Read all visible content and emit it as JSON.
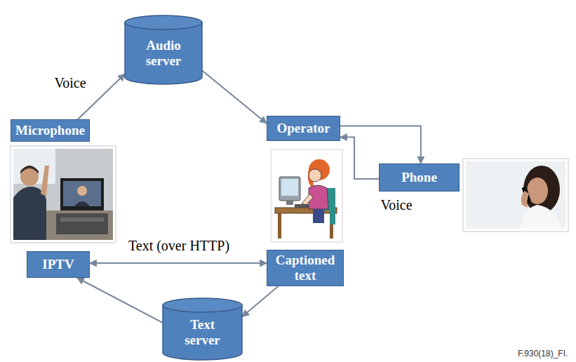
{
  "diagram": {
    "nodes": [
      {
        "text": [
          "Audio server"
        ]
      },
      {
        "text": [
          "Microphone"
        ]
      },
      {
        "text": [
          "Operator"
        ]
      },
      {
        "text": [
          "Phone"
        ]
      },
      {
        "text": [
          "IPTV"
        ]
      },
      {
        "text": [
          "Captioned text"
        ]
      },
      {
        "text": [
          "Text server"
        ]
      }
    ],
    "edges": [
      {
        "from": 1,
        "to": 0,
        "label": "Voice",
        "arrow": "to"
      },
      {
        "from": 0,
        "to": 2,
        "arrow": "to"
      },
      {
        "from": 4,
        "to": 5,
        "label": "Text (over HTTP)",
        "arrow": "both"
      },
      {
        "from": 2,
        "to": 3,
        "arrow": "to"
      },
      {
        "from": 3,
        "to": 2,
        "label": "Voice",
        "arrow": "to"
      },
      {
        "from": 5,
        "to": 6,
        "arrow": "to"
      },
      {
        "from": 6,
        "to": 4,
        "arrow": "to"
      }
    ],
    "labels": [
      "F.930(18)_FI."
    ]
  }
}
